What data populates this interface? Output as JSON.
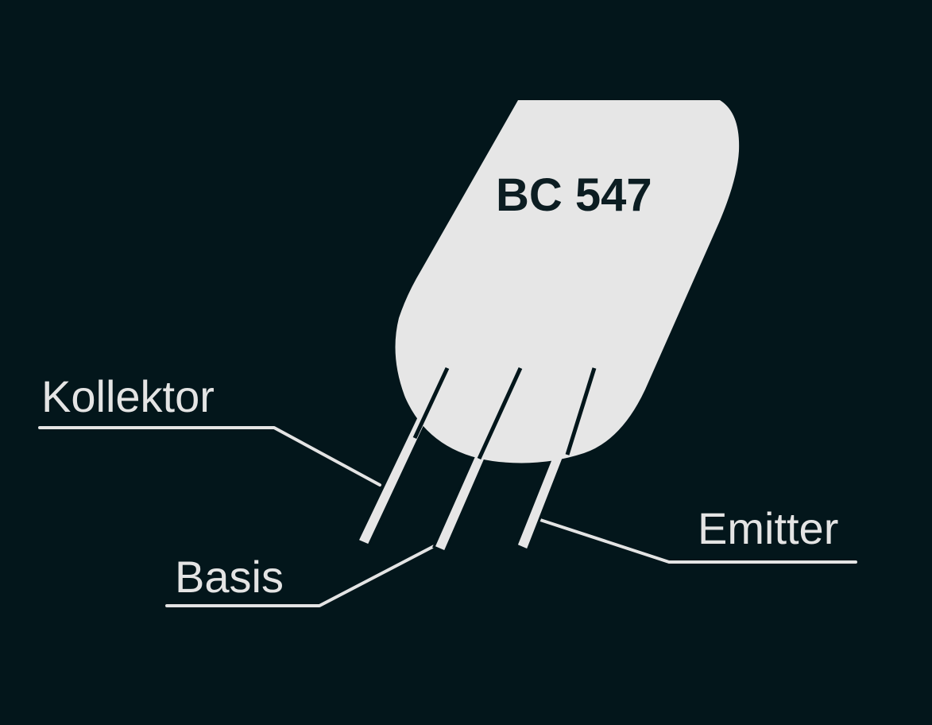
{
  "component": {
    "part_number": "BC 547"
  },
  "pins": {
    "collector": "Kollektor",
    "base": "Basis",
    "emitter": "Emitter"
  },
  "colors": {
    "background": "#03161b",
    "component_body": "#e6e6e6",
    "lines_and_labels": "#e4e4e4",
    "part_text": "#0c1d22"
  }
}
